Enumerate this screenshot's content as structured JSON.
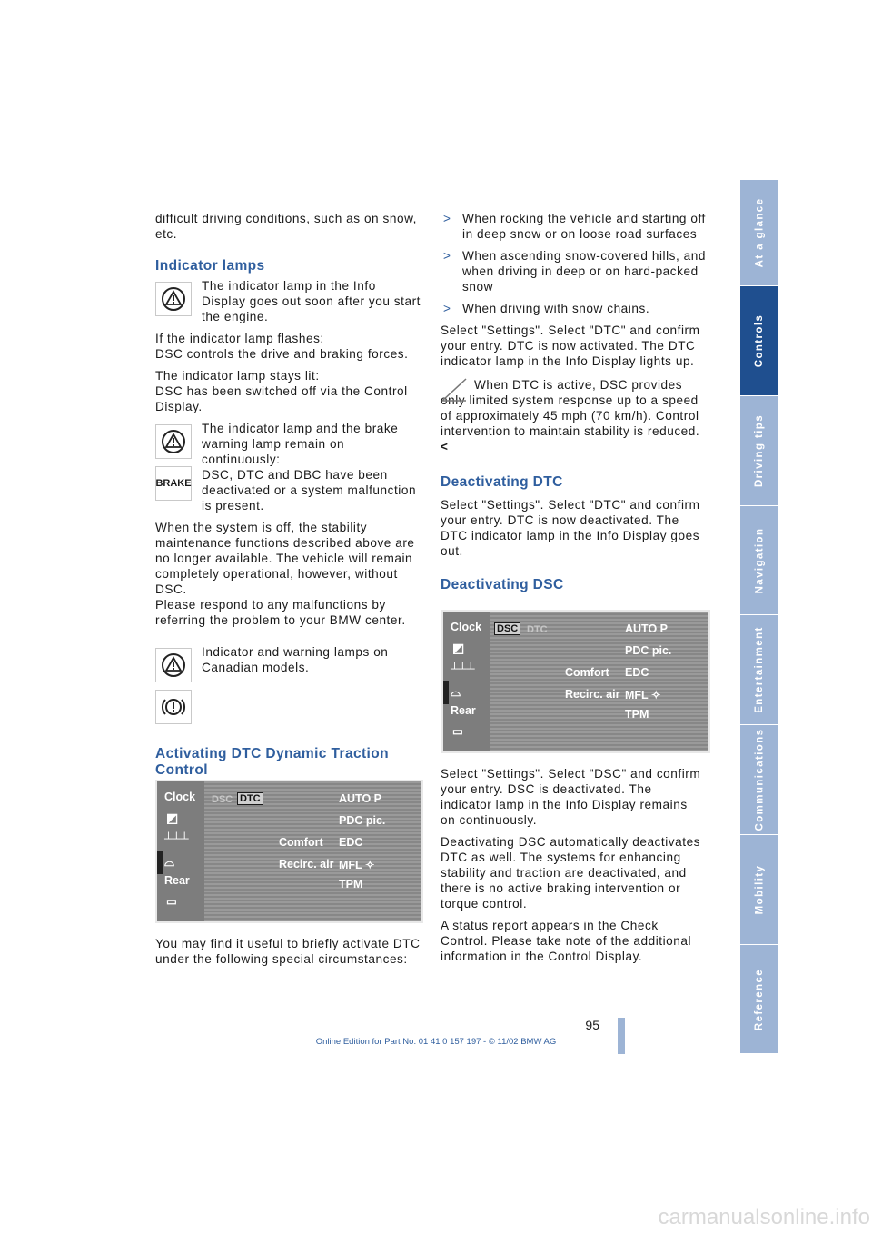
{
  "left": {
    "p1": "difficult driving conditions, such as on snow, etc.",
    "h_indicator": "Indicator lamps",
    "i1": "The indicator lamp in the Info Display goes out soon after you start the engine.",
    "p_flash_a": "If the indicator lamp flashes:",
    "p_flash_b": "DSC controls the drive and braking forces.",
    "p_lit_a": "The indicator lamp stays lit:",
    "p_lit_b": "DSC has been switched off via the Control Display.",
    "i2a": "The indicator lamp and the brake warning lamp remain on continuously:",
    "i2b": "DSC, DTC and DBC have been deactivated or a system malfunction is present.",
    "brake_label": "BRAKE",
    "p_off": "When the system is off, the stability maintenance functions described above are no longer available. The vehicle will remain completely operational, however, without DSC.",
    "p_respond": "Please respond to any malfunctions by referring the problem to your BMW center.",
    "i3": "Indicator and warning lamps on Canadian models.",
    "h_dtc": "Activating DTC Dynamic Traction Control",
    "p_useful": "You may find it useful to briefly activate DTC under the following special circumstances:"
  },
  "right": {
    "b1": "When rocking the vehicle and starting off in deep snow or on loose road surfaces",
    "b2": "When ascending snow-covered hills, and when driving in deep or on hard-packed snow",
    "b3": "When driving with snow chains.",
    "p_select": "Select \"Settings\". Select \"DTC\" and confirm your entry. DTC is now activated. The DTC indicator lamp in the Info Display lights up.",
    "note": "When DTC is active, DSC provides only limited system response up to a speed of approximately 45 mph (70 km/h). Control intervention to maintain stability is reduced.",
    "note_end": "<",
    "h_deact_dtc": "Deactivating DTC",
    "p_deact_dtc": "Select \"Settings\". Select \"DTC\" and confirm your entry. DTC is now deactivated. The DTC indicator lamp in the Info Display goes out.",
    "h_deact_dsc": "Deactivating DSC",
    "p_deact_dsc": "Select \"Settings\". Select \"DSC\" and confirm your entry. DSC is deactivated. The indicator lamp in the Info Display remains on continuously.",
    "p_auto": "Deactivating DSC automatically deactivates DTC as well. The systems for enhancing stability and traction are deactivated, and there is no active braking intervention or torque control.",
    "p_status": "A status report appears in the Check Control. Please take note of the additional information in the Control Display."
  },
  "bullet_glyph": ">",
  "screen1": {
    "clock": "Clock",
    "rear": "Rear",
    "dsc": "DSC",
    "dtc": "DTC",
    "auto_p": "AUTO P",
    "pdc": "PDC pic.",
    "comfort": "Comfort",
    "edc": "EDC",
    "recirc": "Recirc. air",
    "mfl": "MFL",
    "tpm": "TPM",
    "selected": "DTC"
  },
  "screen2": {
    "clock": "Clock",
    "rear": "Rear",
    "dsc": "DSC",
    "dtc": "DTC",
    "auto_p": "AUTO P",
    "pdc": "PDC pic.",
    "comfort": "Comfort",
    "edc": "EDC",
    "recirc": "Recirc. air",
    "mfl": "MFL",
    "tpm": "TPM",
    "selected": "DSC"
  },
  "tabs": [
    "At a glance",
    "Controls",
    "Driving tips",
    "Navigation",
    "Entertainment",
    "Communications",
    "Mobility",
    "Reference"
  ],
  "active_tab": "Controls",
  "page_number": "95",
  "footer": "Online Edition for Part No. 01 41 0 157 197 - © 11/02 BMW AG",
  "watermark": "carmanualsonline.info",
  "colors": {
    "heading": "#2f5e9e",
    "tab": "#9db4d5",
    "tab_active": "#1f4f8f"
  }
}
